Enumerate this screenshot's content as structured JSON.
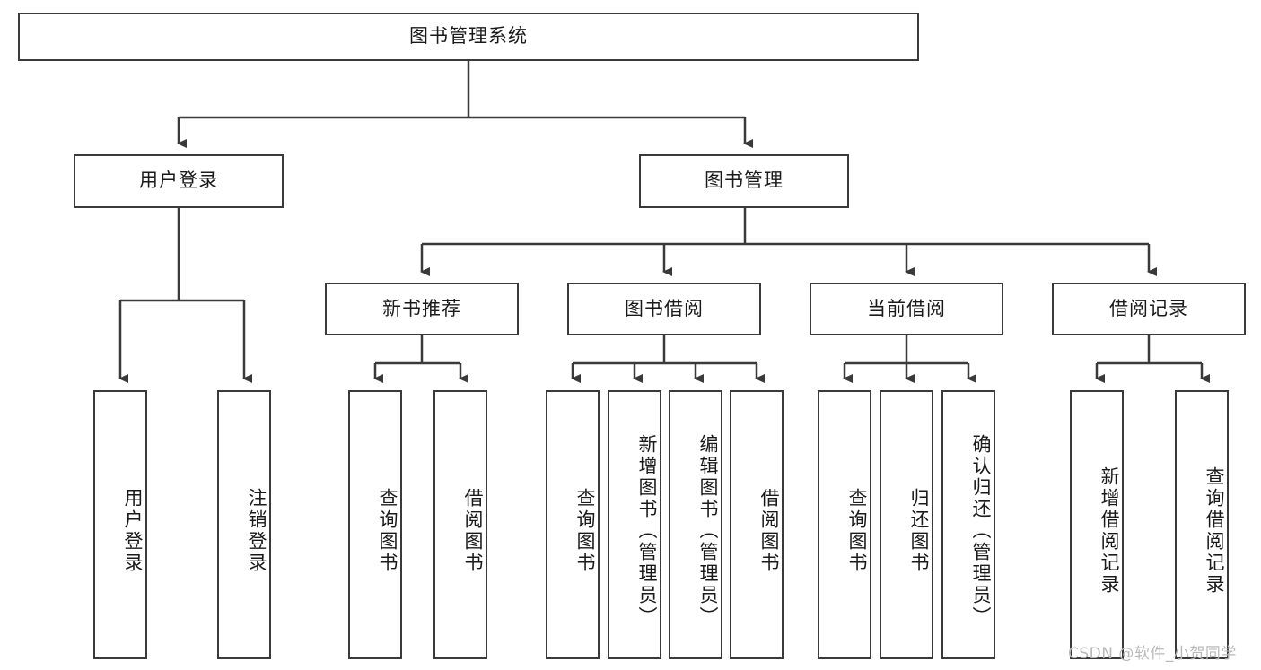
{
  "diagram": {
    "title": "图书管理系统",
    "type": "功能结构图",
    "root": {
      "label": "图书管理系统"
    },
    "level2": [
      {
        "label": "用户登录"
      },
      {
        "label": "图书管理"
      }
    ],
    "level3": [
      {
        "label": "新书推荐"
      },
      {
        "label": "图书借阅"
      },
      {
        "label": "当前借阅"
      },
      {
        "label": "借阅记录"
      }
    ],
    "leaves": {
      "user_login": [
        {
          "label": "用户登录"
        },
        {
          "label": "注销登录"
        }
      ],
      "new_book_recommend": [
        {
          "label": "查询图书"
        },
        {
          "label": "借阅图书"
        }
      ],
      "book_borrow": [
        {
          "label": "查询图书"
        },
        {
          "label": "新增图书（管理员）"
        },
        {
          "label": "编辑图书（管理员）"
        },
        {
          "label": "借阅图书"
        }
      ],
      "current_borrow": [
        {
          "label": "查询图书"
        },
        {
          "label": "归还图书"
        },
        {
          "label": "确认归还（管理员）"
        }
      ],
      "borrow_record": [
        {
          "label": "新增借阅记录"
        },
        {
          "label": "查询借阅记录"
        }
      ]
    }
  },
  "watermark": {
    "text": "CSDN @软件_小贺同学"
  },
  "colors": {
    "stroke": "#3a3a3a",
    "box_fill": "#ffffff",
    "text": "#1a1a1a",
    "watermark": "#b9b9b9",
    "background": "#ffffff"
  }
}
